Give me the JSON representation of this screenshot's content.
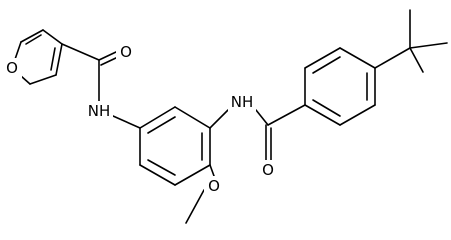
{
  "atoms": [
    {
      "name": "furan-oxygen-label",
      "text": "O"
    },
    {
      "name": "furanamide-carbonyl-oxygen-label",
      "text": "O"
    },
    {
      "name": "furanamide-nh-label",
      "text": "NH"
    },
    {
      "name": "benzamide-nh-label",
      "text": "NH"
    },
    {
      "name": "benzamide-carbonyl-oxygen-label",
      "text": "O"
    },
    {
      "name": "methoxy-oxygen-label",
      "text": "O"
    }
  ]
}
